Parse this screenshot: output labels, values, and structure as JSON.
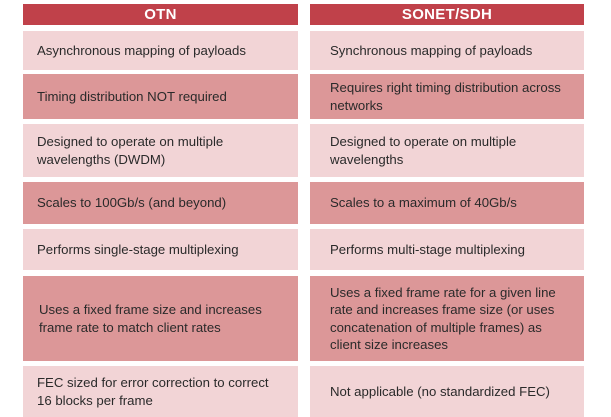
{
  "table": {
    "headers": [
      "OTN",
      "SONET/SDH"
    ],
    "rows": [
      [
        "Asynchronous mapping of payloads",
        "Synchronous mapping of payloads"
      ],
      [
        "Timing distribution NOT required",
        "Requires right timing distribution across networks"
      ],
      [
        "Designed to operate on multiple wavelengths (DWDM)",
        "Designed to operate on multiple wavelengths"
      ],
      [
        "Scales to 100Gb/s (and beyond)",
        "Scales to a maximum of 40Gb/s"
      ],
      [
        "Performs single-stage multiplexing",
        "Performs multi-stage multiplexing"
      ],
      [
        "Uses a fixed frame size and increases frame rate to match client rates",
        "Uses a fixed frame rate for a given line rate and increases frame size (or uses concatenation of multiple frames) as client size increases"
      ],
      [
        "FEC sized for error correction to correct 16 blocks per frame",
        "Not applicable (no standardized FEC)"
      ]
    ]
  },
  "colors": {
    "header": "#c0414a",
    "row_light": "#f2d4d6",
    "row_dark": "#dc9798"
  }
}
